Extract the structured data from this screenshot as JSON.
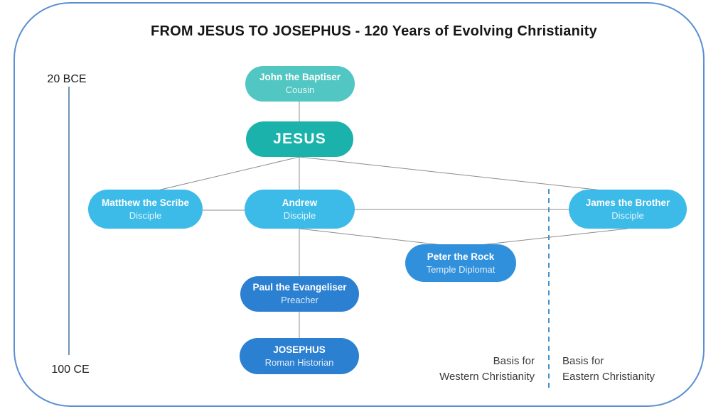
{
  "diagram": {
    "title": "FROM JESUS TO JOSEPHUS - 120 Years of Evolving Christianity",
    "timeline": {
      "start_label": "20 BCE",
      "end_label": "100 CE"
    },
    "nodes": [
      {
        "id": "john",
        "name": "John the Baptiser",
        "subtitle": "Cousin",
        "color": "#52C6C2"
      },
      {
        "id": "jesus",
        "name": "JESUS",
        "subtitle": "",
        "color": "#1BB2AC"
      },
      {
        "id": "matthew",
        "name": "Matthew the Scribe",
        "subtitle": "Disciple",
        "color": "#3CBBE8"
      },
      {
        "id": "andrew",
        "name": "Andrew",
        "subtitle": "Disciple",
        "color": "#3CBBE8"
      },
      {
        "id": "james",
        "name": "James the Brother",
        "subtitle": "Disciple",
        "color": "#3CBBE8"
      },
      {
        "id": "peter",
        "name": "Peter the Rock",
        "subtitle": "Temple Diplomat",
        "color": "#3190DB"
      },
      {
        "id": "paul",
        "name": "Paul the Evangeliser",
        "subtitle": "Preacher",
        "color": "#2C80D1"
      },
      {
        "id": "josephus",
        "name": "JOSEPHUS",
        "subtitle": "Roman Historian",
        "color": "#2C80D1"
      }
    ],
    "regions": {
      "west": {
        "line1": "Basis for",
        "line2": "Western Christianity"
      },
      "east": {
        "line1": "Basis for",
        "line2": "Eastern Christianity"
      }
    },
    "colors": {
      "frame_border": "#5C8FD2",
      "timeline_line": "#7295B8",
      "divider_dashed": "#4493CC",
      "connector": "#8C8C8C"
    }
  }
}
